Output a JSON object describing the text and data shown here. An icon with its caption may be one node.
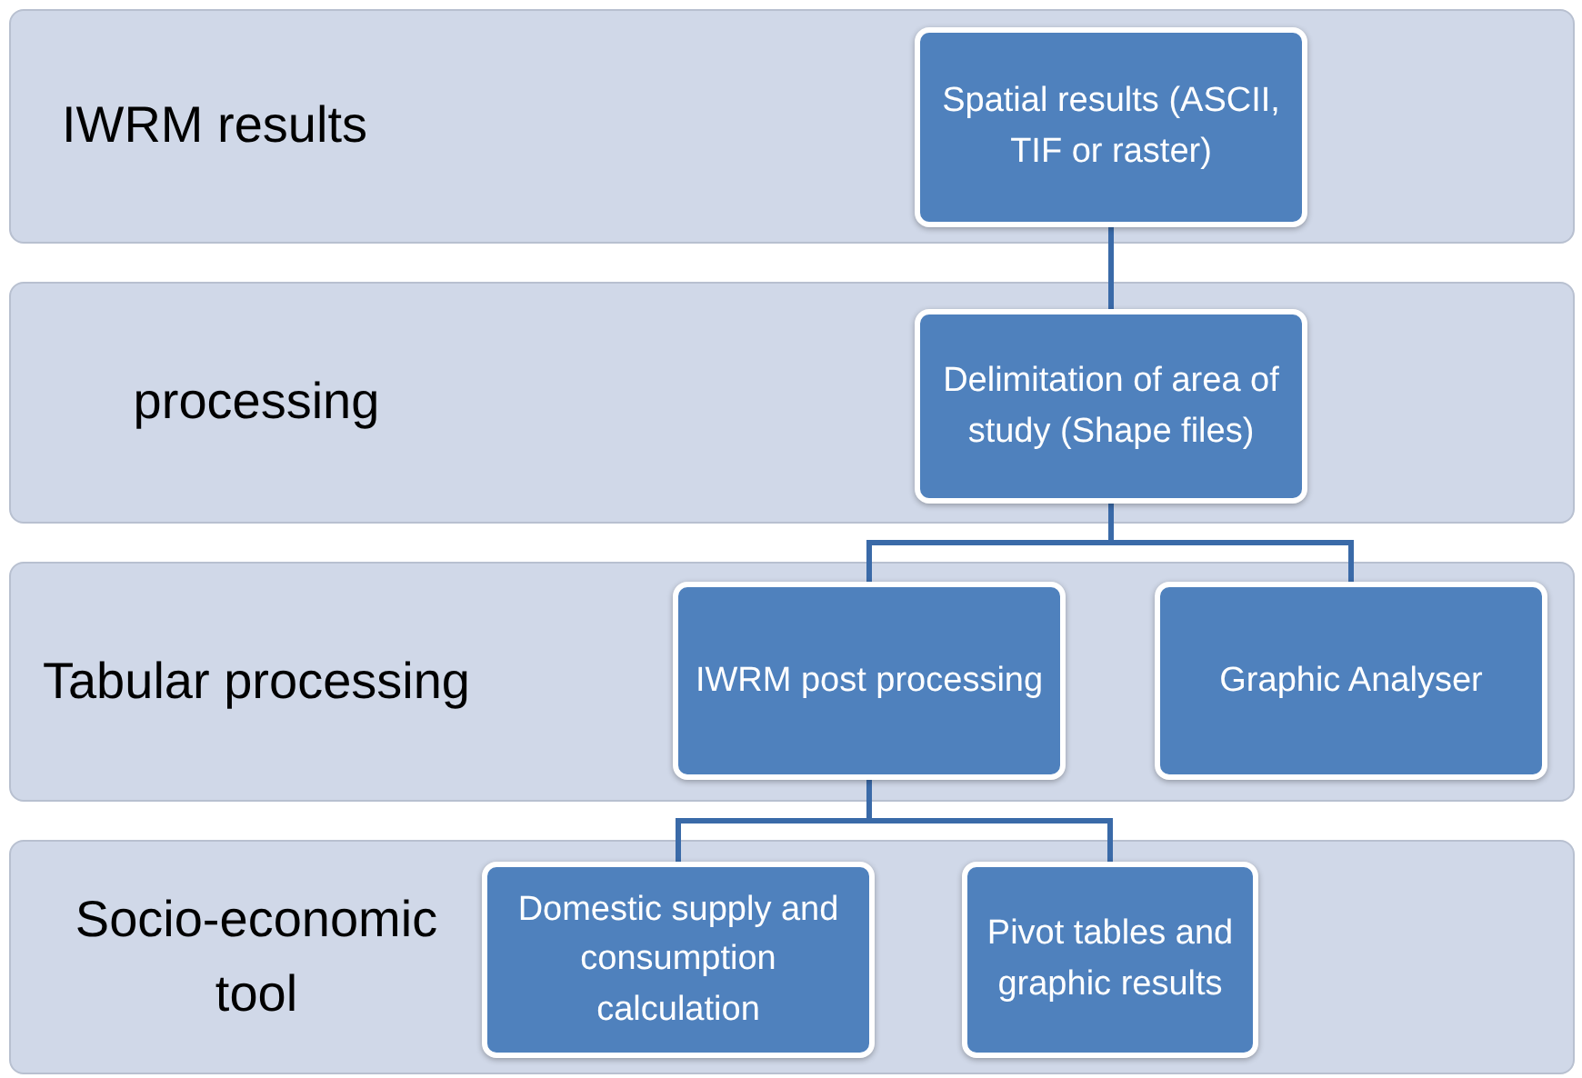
{
  "diagram": {
    "nodes": [
      {
        "text": [
          "IWRM results"
        ]
      },
      {
        "text": [
          "Spatial results (ASCII, TIF or raster)"
        ],
        "in": 0
      },
      {
        "text": [
          "processing"
        ]
      },
      {
        "text": [
          "Delimitation of area of study (Shape files)"
        ],
        "in": 2
      },
      {
        "text": [
          "Tabular processing"
        ]
      },
      {
        "text": [
          "IWRM post processing"
        ],
        "in": 4
      },
      {
        "text": [
          "Graphic Analyser"
        ],
        "in": 4
      },
      {
        "text": [
          "Socio-economic tool"
        ]
      },
      {
        "text": [
          "Domestic supply and consumption calculation"
        ],
        "in": 7
      },
      {
        "text": [
          "Pivot tables and graphic results"
        ],
        "in": 7
      }
    ],
    "edges": [
      {
        "from": 1,
        "to": 3,
        "arrow": "none"
      },
      {
        "from": 3,
        "to": 5,
        "arrow": "none"
      },
      {
        "from": 3,
        "to": 6,
        "arrow": "none"
      },
      {
        "from": 5,
        "to": 8,
        "arrow": "none"
      },
      {
        "from": 5,
        "to": 9,
        "arrow": "none"
      }
    ]
  }
}
